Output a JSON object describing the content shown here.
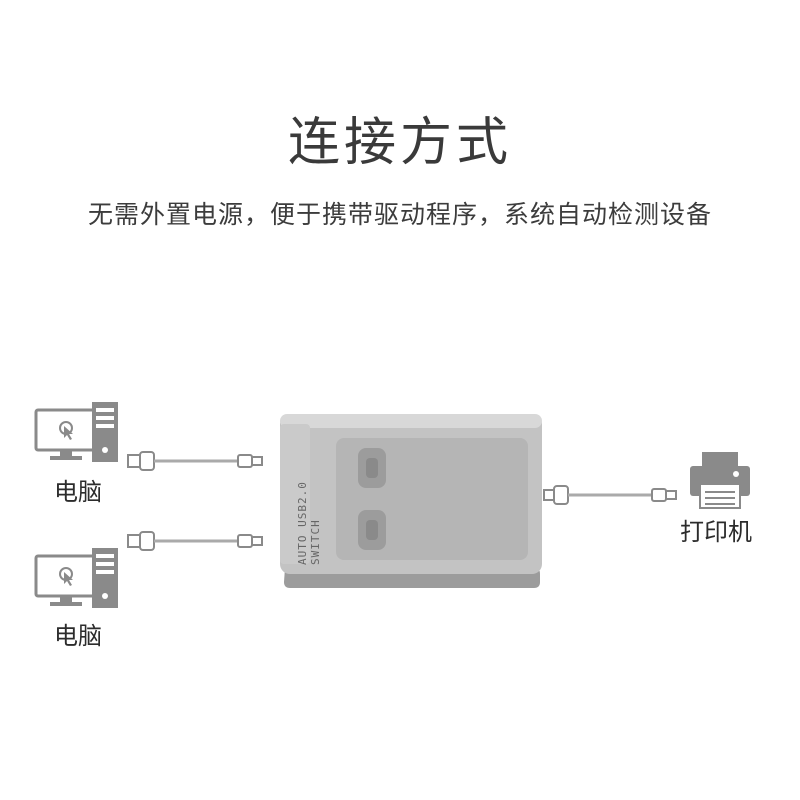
{
  "header": {
    "title": "连接方式",
    "subtitle": "无需外置电源，便于携带驱动程序，系统自动检测设备"
  },
  "devices": {
    "pc_top_label": "电脑",
    "pc_bottom_label": "电脑",
    "printer_label": "打印机"
  },
  "switch_box": {
    "side_text": "AUTO USB2.0 SWITCH"
  },
  "colors": {
    "device_gray": "#8a8a8a",
    "box_body": "#c3c3c3",
    "box_front": "#a9a9a9",
    "panel": "#b8b8b8",
    "button": "#9a9a9a"
  }
}
